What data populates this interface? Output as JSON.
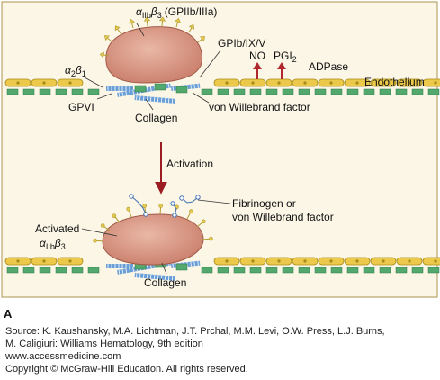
{
  "figure": {
    "panel_letter": "A",
    "labels": {
      "integrin_prefix": "α",
      "integrin_sub": "IIb",
      "integrin_beta": "β",
      "integrin_beta_sub": "3",
      "integrin_paren": "(GPIIb/IIIa)",
      "gp1b": "GPIb/IX/V",
      "no": "NO",
      "pgi": "PGI",
      "pgi_sub": "2",
      "adpase": "ADPase",
      "endothelium": "Endothelium",
      "a2b1_alpha": "α",
      "a2b1_alpha_sub": "2",
      "a2b1_beta": "β",
      "a2b1_beta_sub": "1",
      "gpvi": "GPVI",
      "vwf": "von Willebrand factor",
      "collagen_top": "Collagen",
      "activation": "Activation",
      "fibrinogen_line1": "Fibrinogen or",
      "fibrinogen_line2": "von Willebrand factor",
      "activated": "Activated",
      "act_alpha": "α",
      "act_alpha_sub": "IIb",
      "act_beta": "β",
      "act_beta_sub": "3",
      "collagen_bottom": "Collagen"
    },
    "colors": {
      "panel_bg": "#fbf6e6",
      "panel_border": "#b9a66a",
      "platelet": "#dc9a86",
      "endothelium_cell": "#ecc94a",
      "endothelium_border": "#a58a1c",
      "green_block": "#52a86d",
      "blue_block": "#6a9ed6",
      "receptor": "#e3c94d",
      "arrow_red": "#b0262c",
      "arrow_dark": "#9c1c24"
    }
  },
  "caption": {
    "lines": [
      "Source: K. Kaushansky, M.A. Lichtman, J.T. Prchal, M.M. Levi, O.W. Press, L.J. Burns,",
      "M. Caligiuri: Williams Hematology, 9th edition",
      "www.accessmedicine.com",
      "Copyright © McGraw-Hill Education.  All rights reserved."
    ]
  }
}
